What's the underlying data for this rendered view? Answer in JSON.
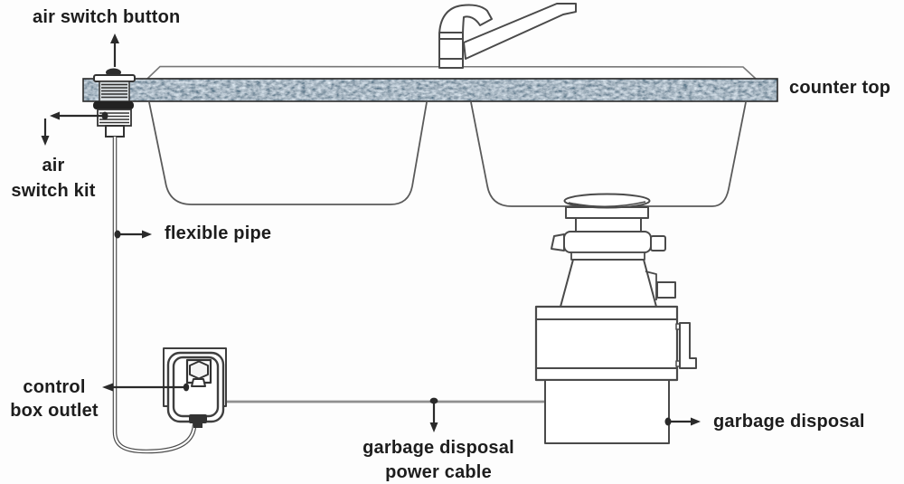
{
  "labels": {
    "air_switch_button": "air switch button",
    "counter_top": "counter top",
    "air_switch_kit_line1": "air",
    "air_switch_kit_line2": "switch kit",
    "flexible_pipe": "flexible pipe",
    "control_box_line1": "control",
    "control_box_line2": "box outlet",
    "power_cable_line1": "garbage disposal",
    "power_cable_line2": "power cable",
    "garbage_disposal": "garbage disposal"
  },
  "colors": {
    "line": "#4a4a4a",
    "arrow": "#2a2a2a",
    "label_text": "#1d1d1d",
    "granite_dark": "#2c3a45",
    "granite_mid": "#5d6f7c",
    "granite_light": "#9fadb7",
    "cable_gray": "#8f8f8f",
    "background": "#fdfdfd"
  }
}
